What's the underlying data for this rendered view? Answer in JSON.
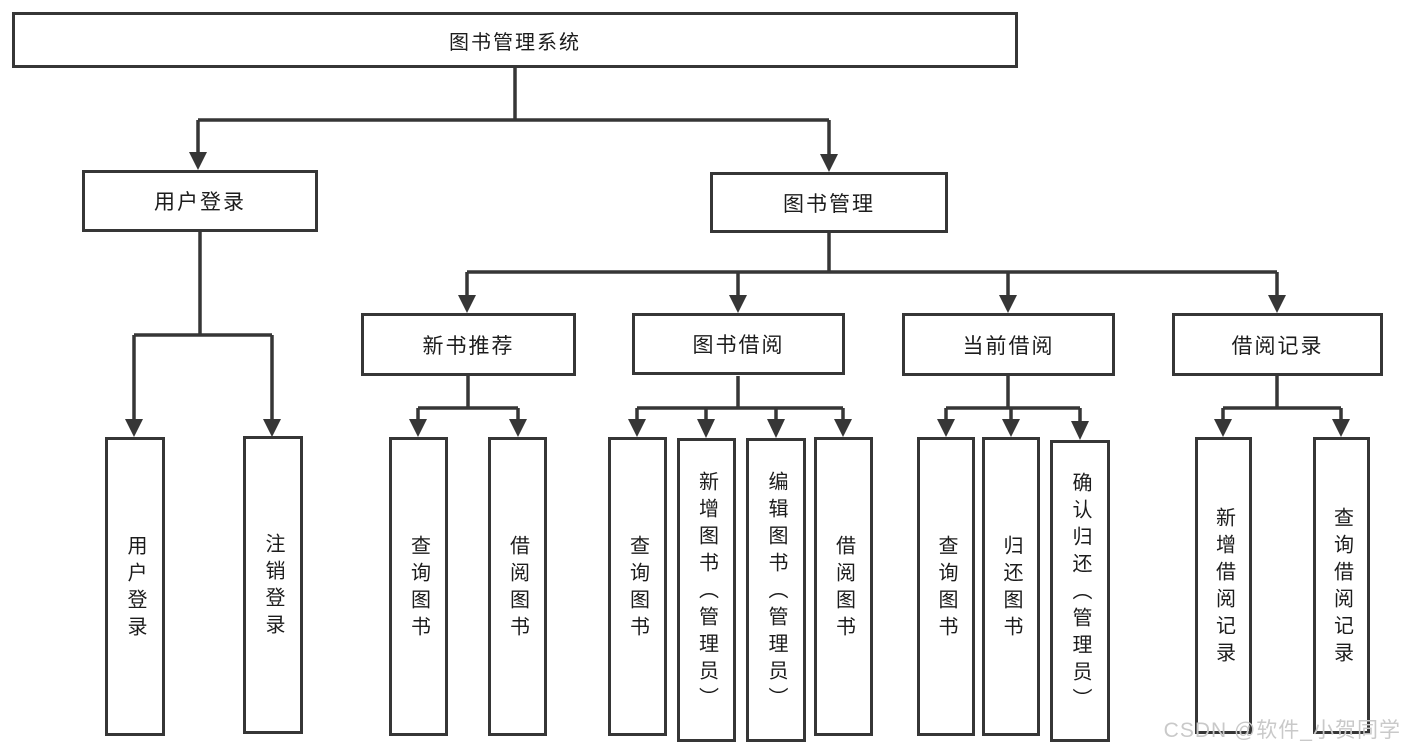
{
  "tree": {
    "root": {
      "label": "图书管理系统",
      "children": [
        {
          "label": "用户登录",
          "children": [
            {
              "label": "用户登录"
            },
            {
              "label": "注销登录"
            }
          ]
        },
        {
          "label": "图书管理",
          "children": [
            {
              "label": "新书推荐",
              "children": [
                {
                  "label": "查询图书"
                },
                {
                  "label": "借阅图书"
                }
              ]
            },
            {
              "label": "图书借阅",
              "children": [
                {
                  "label": "查询图书"
                },
                {
                  "label": "新增图书（管理员）"
                },
                {
                  "label": "编辑图书（管理员）"
                },
                {
                  "label": "借阅图书"
                }
              ]
            },
            {
              "label": "当前借阅",
              "children": [
                {
                  "label": "查询图书"
                },
                {
                  "label": "归还图书"
                },
                {
                  "label": "确认归还（管理员）"
                }
              ]
            },
            {
              "label": "借阅记录",
              "children": [
                {
                  "label": "新增借阅记录"
                },
                {
                  "label": "查询借阅记录"
                }
              ]
            }
          ]
        }
      ]
    }
  },
  "watermark": {
    "text": "CSDN @软件_小贺同学"
  },
  "colors": {
    "line": "#363636",
    "text": "#1c1c1c",
    "watermark": "#c9c9c9",
    "background": "#ffffff"
  }
}
